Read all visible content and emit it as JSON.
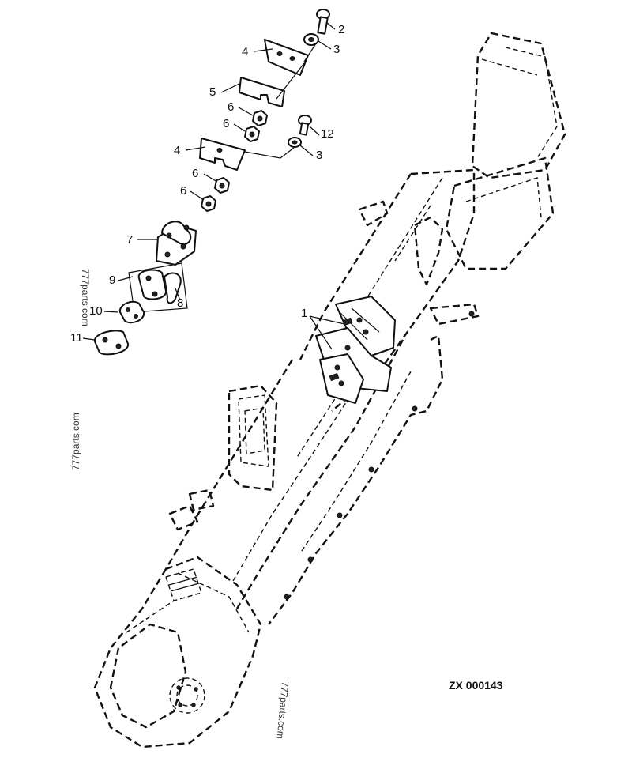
{
  "drawing": {
    "reference": "ZX 000143",
    "watermark": "777parts.com"
  },
  "callouts": [
    {
      "id": "c1",
      "label": "1",
      "part": "guide-bracket"
    },
    {
      "id": "c2",
      "label": "2",
      "part": "bolt"
    },
    {
      "id": "c3a",
      "label": "3",
      "part": "washer"
    },
    {
      "id": "c3b",
      "label": "3",
      "part": "washer"
    },
    {
      "id": "c4a",
      "label": "4",
      "part": "plate"
    },
    {
      "id": "c4b",
      "label": "4",
      "part": "plate"
    },
    {
      "id": "c5",
      "label": "5",
      "part": "shim"
    },
    {
      "id": "c6a",
      "label": "6",
      "part": "nut"
    },
    {
      "id": "c6b",
      "label": "6",
      "part": "nut"
    },
    {
      "id": "c6c",
      "label": "6",
      "part": "nut"
    },
    {
      "id": "c6d",
      "label": "6",
      "part": "nut"
    },
    {
      "id": "c7",
      "label": "7",
      "part": "chain-attachment-link"
    },
    {
      "id": "c8",
      "label": "8",
      "part": "spring-clip"
    },
    {
      "id": "c9",
      "label": "9",
      "part": "connecting-link"
    },
    {
      "id": "c10",
      "label": "10",
      "part": "chain-link"
    },
    {
      "id": "c11",
      "label": "11",
      "part": "chain-link"
    },
    {
      "id": "c12",
      "label": "12",
      "part": "bolt"
    }
  ]
}
